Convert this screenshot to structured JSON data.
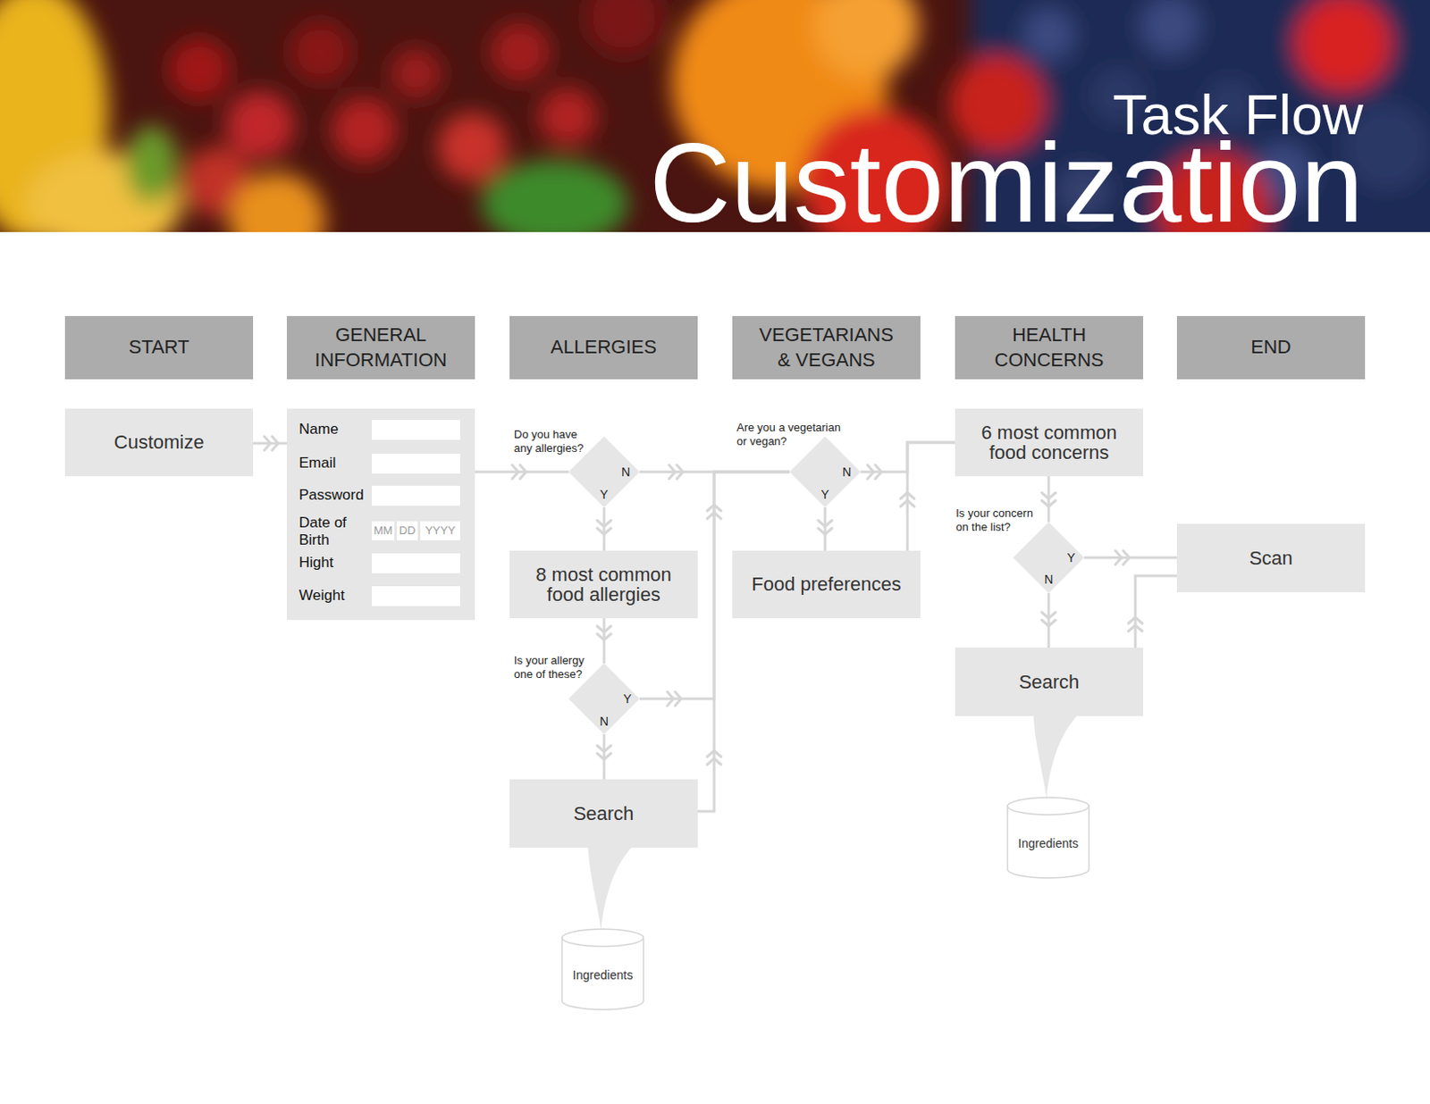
{
  "diagram": {
    "title": "Customization",
    "nodes": [
      {
        "text": [
          "START"
        ]
      },
      {
        "text": [
          "GENERAL INFORMATION"
        ]
      },
      {
        "text": [
          "ALLERGIES"
        ]
      },
      {
        "text": [
          "VEGETARIANS & VEGANS"
        ]
      },
      {
        "text": [
          "HEALTH CONCERNS"
        ]
      },
      {
        "text": [
          "END"
        ]
      },
      {
        "text": [
          "Customize"
        ]
      },
      {
        "text": [
          "Name",
          "Email",
          "Password",
          "Date of Birth",
          "Hight",
          "Weight",
          "MM",
          "DD",
          "YYYY"
        ]
      },
      {
        "text": [
          "Do you have any allergies?"
        ]
      },
      {
        "text": [
          "8 most common food allergies"
        ]
      },
      {
        "text": [
          "Is your allergy one of these?"
        ]
      },
      {
        "text": [
          "Search"
        ]
      },
      {
        "text": [
          "Ingredients"
        ]
      },
      {
        "text": [
          "Are you a vegetarian or vegan?"
        ]
      },
      {
        "text": [
          "Food preferences"
        ]
      },
      {
        "text": [
          "6 most common food concerns"
        ]
      },
      {
        "text": [
          "Is your concern on the list?"
        ]
      },
      {
        "text": [
          "Search"
        ]
      },
      {
        "text": [
          "Ingredients"
        ]
      },
      {
        "text": [
          "Scan"
        ]
      }
    ],
    "edges": [
      {
        "from": 6,
        "to": 7,
        "arrow": "to"
      },
      {
        "from": 7,
        "to": 8,
        "arrow": "to"
      },
      {
        "from": 8,
        "to": 13,
        "label": "N",
        "arrow": "to"
      },
      {
        "from": 8,
        "to": 9,
        "label": "Y",
        "arrow": "to"
      },
      {
        "from": 9,
        "to": 10,
        "arrow": "to"
      },
      {
        "from": 10,
        "to": 13,
        "label": "Y",
        "arrow": "to"
      },
      {
        "from": 10,
        "to": 11,
        "label": "N",
        "arrow": "to"
      },
      {
        "from": 11,
        "to": 13,
        "arrow": "to"
      },
      {
        "from": 11,
        "to": 12,
        "arrow": "none"
      },
      {
        "from": 13,
        "to": 15,
        "label": "N",
        "arrow": "to"
      },
      {
        "from": 13,
        "to": 14,
        "label": "Y",
        "arrow": "to"
      },
      {
        "from": 14,
        "to": 15,
        "arrow": "to"
      },
      {
        "from": 15,
        "to": 16,
        "arrow": "to"
      },
      {
        "from": 16,
        "to": 19,
        "label": "Y",
        "arrow": "to"
      },
      {
        "from": 16,
        "to": 17,
        "label": "N",
        "arrow": "to"
      },
      {
        "from": 17,
        "to": 19,
        "arrow": "to"
      },
      {
        "from": 17,
        "to": 18,
        "arrow": "none"
      }
    ],
    "labels": [
      "Task Flow"
    ]
  }
}
